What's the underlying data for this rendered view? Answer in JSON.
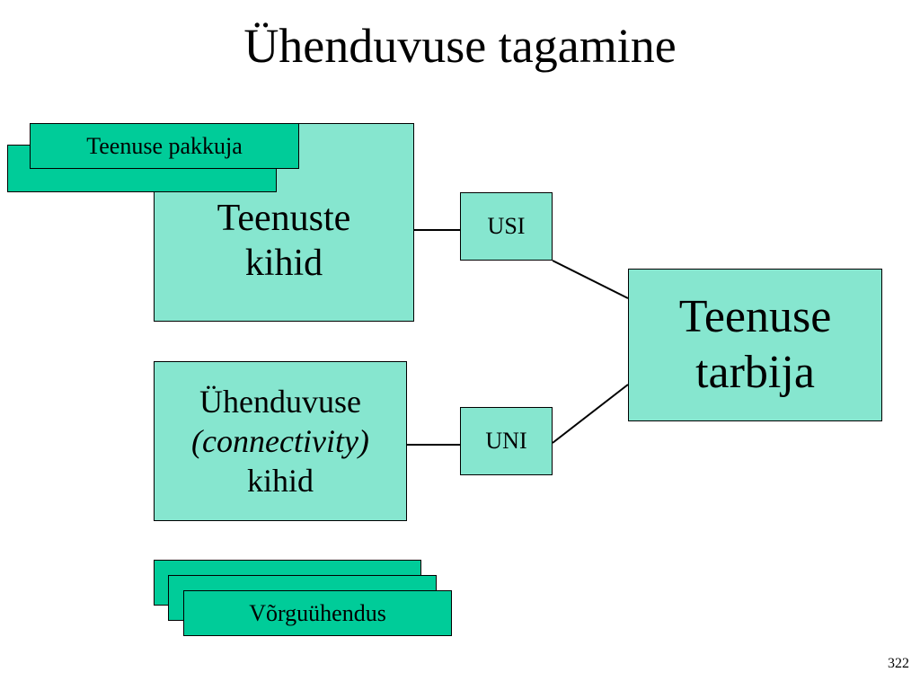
{
  "slide": {
    "title": "Ühenduvuse tagamine",
    "page_number": "322"
  },
  "boxes": {
    "service_layers": {
      "line1": "Teenuste",
      "line2": "kihid"
    },
    "connectivity_layers": {
      "line1": "Ühenduvuse",
      "line2": "(connectivity)",
      "line3": "kihid"
    },
    "usi": "USI",
    "uni": "UNI",
    "service_consumer": {
      "line1": "Teenuse",
      "line2": "tarbija"
    },
    "service_provider": "Teenuse pakkuja",
    "network_connection": "Võrguühendus"
  },
  "colors": {
    "light_box": "#86e6cf",
    "dark_box": "#00cc99",
    "stroke": "#000000"
  }
}
